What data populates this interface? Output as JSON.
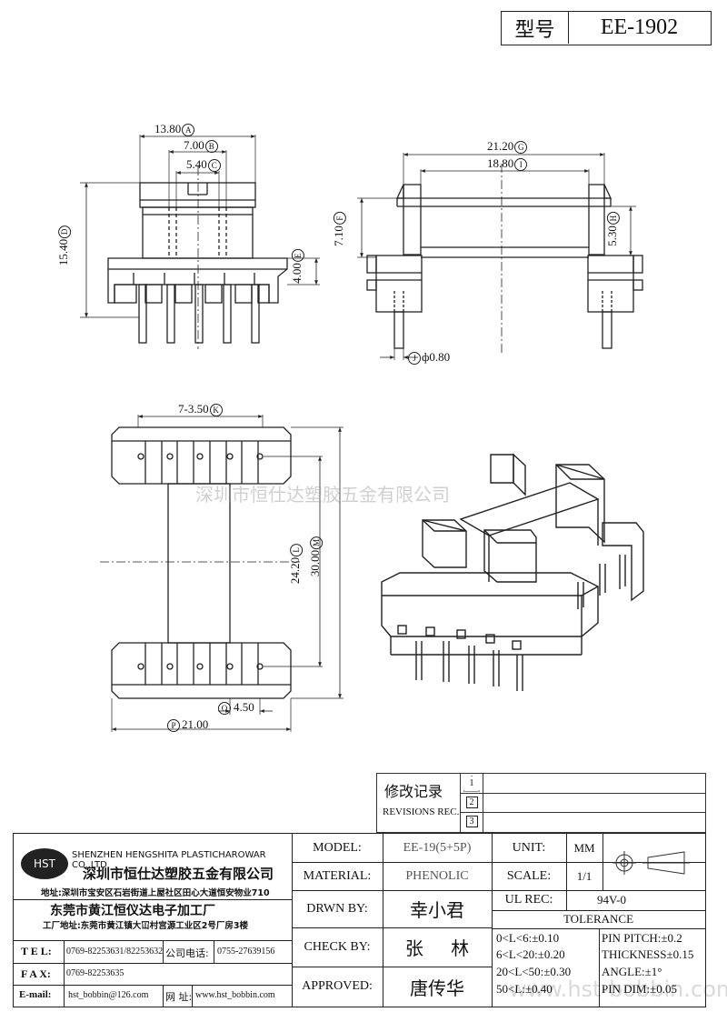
{
  "header": {
    "model_label": "型号",
    "model_value": "EE-1902"
  },
  "dims": {
    "a": "13.80",
    "b": "7.00",
    "c": "5.40",
    "d": "15.40",
    "e": "4.00",
    "g": "21.20",
    "i": "18.80",
    "f": "7.10",
    "h": "5.30",
    "j": "ф0.80",
    "k": "7-3.50",
    "l": "24.20",
    "m": "30.00",
    "o": "4.50",
    "p": "21.00"
  },
  "marks": {
    "a": "A",
    "b": "B",
    "c": "C",
    "d": "D",
    "e": "E",
    "f": "F",
    "g": "G",
    "h": "H",
    "i": "I",
    "j": "J",
    "k": "K",
    "l": "L",
    "m": "M",
    "o": "O",
    "p": "P"
  },
  "watermark": "深圳市恒仕达塑胶五金有限公司",
  "watermark_url": "www.hst-bobbin.com",
  "revisions": {
    "title": "修改记录",
    "subtitle": "REVISIONS REC.",
    "nums": [
      "1",
      "2",
      "3"
    ]
  },
  "company": {
    "logo": "HST",
    "name_en": "SHENZHEN HENGSHITA PLASTICHAROWAR CO.,LTD",
    "name_cn": "深圳市恒仕达塑胶五金有限公司",
    "address": "地址:深圳市宝安区石岩街道上屋社区田心大道恒安物业710",
    "factory": "东莞市黄江恒仪达电子加工厂",
    "factory_address": "工厂地址:东莞市黄江镇大冚村宫源工业区2号厂房3楼",
    "tel_label": "T E L:",
    "tel": "0769-82253631/82253632",
    "company_phone_label": "公司电话:",
    "company_phone": "0755-27639156",
    "fax_label": "F A X:",
    "fax": "0769-82253635",
    "email_label": "E-mail:",
    "email": "hst_bobbin@126.com",
    "web_label": "网 址:",
    "web": "www.hst_bobbin.com"
  },
  "spec": {
    "model_label": "MODEL:",
    "model": "EE-19(5+5P)",
    "material_label": "MATERIAL:",
    "material": "PHENOLIC",
    "drawn_label": "DRWN BY:",
    "drawn": "幸小君",
    "check_label": "CHECK BY:",
    "check": "张 林",
    "approved_label": "APPROVED:",
    "approved": "唐传华",
    "unit_label": "UNIT:",
    "unit": "MM",
    "scale_label": "SCALE:",
    "scale": "1/1",
    "ul_label": "UL REC:",
    "ul": "94V-0",
    "tolerance_label": "TOLERANCE",
    "tol": [
      "0<L<6:±0.10",
      "6<L<20:±0.20",
      "20<L<50:±0.30",
      "50<L:±0.40"
    ],
    "pin_pitch": "PIN PITCH:±0.2",
    "thickness": "THICKNESS±0.15",
    "angle": "ANGLE:±1°",
    "pin_dim": "PIN DIM:±0.05"
  }
}
